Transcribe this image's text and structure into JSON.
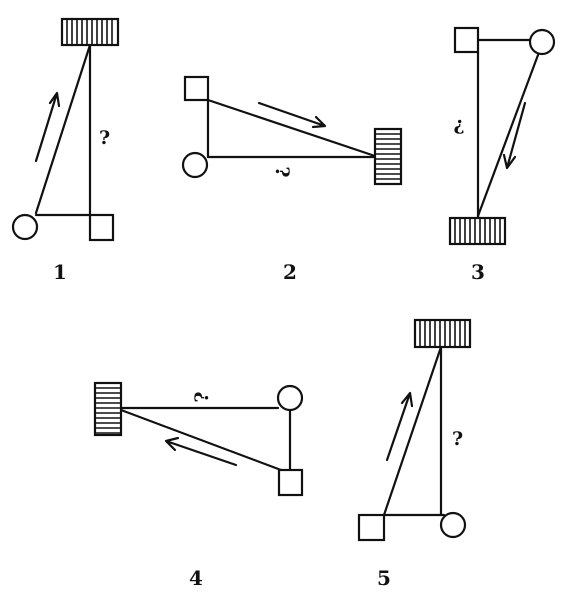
{
  "figure": {
    "panels": [
      {
        "label": "1",
        "question_mark": "?"
      },
      {
        "label": "2",
        "question_mark": "?"
      },
      {
        "label": "3",
        "question_mark": "?"
      },
      {
        "label": "4",
        "question_mark": "?"
      },
      {
        "label": "5",
        "question_mark": "?"
      }
    ],
    "symbols": [
      "square",
      "circle",
      "hatched-rectangle",
      "arrow"
    ]
  }
}
